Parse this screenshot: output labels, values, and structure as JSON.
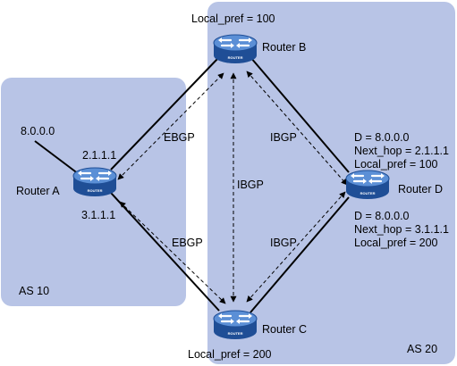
{
  "areas": {
    "as10": {
      "label": "AS 10"
    },
    "as20": {
      "label": "AS 20"
    }
  },
  "routers": {
    "a": {
      "name": "Router A",
      "icon": "router-icon",
      "icon_text": "ROUTER"
    },
    "b": {
      "name": "Router B",
      "icon": "router-icon",
      "icon_text": "ROUTER"
    },
    "c": {
      "name": "Router C",
      "icon": "router-icon",
      "icon_text": "ROUTER"
    },
    "d": {
      "name": "Router D",
      "icon": "router-icon",
      "icon_text": "ROUTER"
    }
  },
  "labels": {
    "route": "8.0.0.0",
    "ip_a_top": "2.1.1.1",
    "ip_a_bottom": "3.1.1.1",
    "local_pref_b": "Local_pref = 100",
    "local_pref_c": "Local_pref = 200"
  },
  "links": {
    "ebgp_ab": "EBGP",
    "ebgp_ac": "EBGP",
    "ibgp_bd": "IBGP",
    "ibgp_bc": "IBGP",
    "ibgp_cd": "IBGP"
  },
  "route_info_d_top": [
    "D = 8.0.0.0",
    "Next_hop = 2.1.1.1",
    "Local_pref = 100"
  ],
  "route_info_d_bottom": [
    "D = 8.0.0.0",
    "Next_hop = 3.1.1.1",
    "Local_pref = 200"
  ],
  "colors": {
    "area_fill": "#b8c4e6",
    "router_dark": "#1f4e96",
    "router_light": "#5b8fd6"
  }
}
